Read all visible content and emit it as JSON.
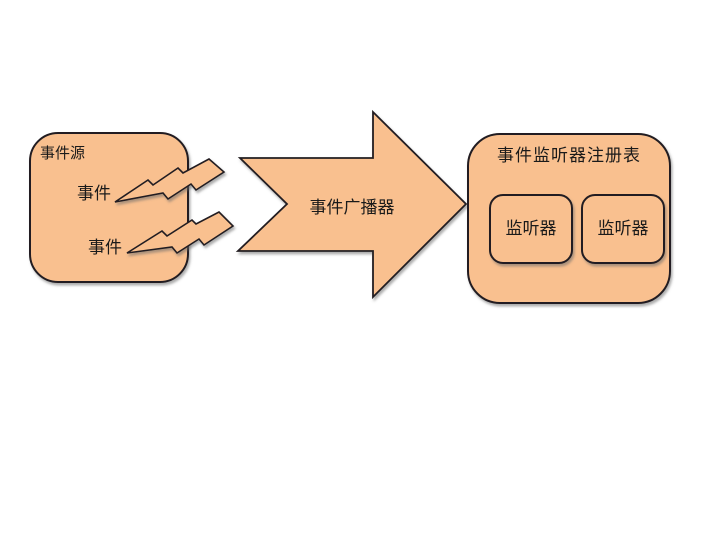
{
  "diagram": {
    "event_source": {
      "label": "事件源",
      "events": [
        "事件",
        "事件"
      ]
    },
    "broadcaster": {
      "label": "事件广播器"
    },
    "registry": {
      "label": "事件监听器注册表",
      "listeners": [
        "监听器",
        "监听器"
      ]
    },
    "colors": {
      "shape_fill": "#F9C08F",
      "shape_border": "#231F20",
      "background": "#FFFFFF",
      "text": "#1A1A1A"
    }
  }
}
